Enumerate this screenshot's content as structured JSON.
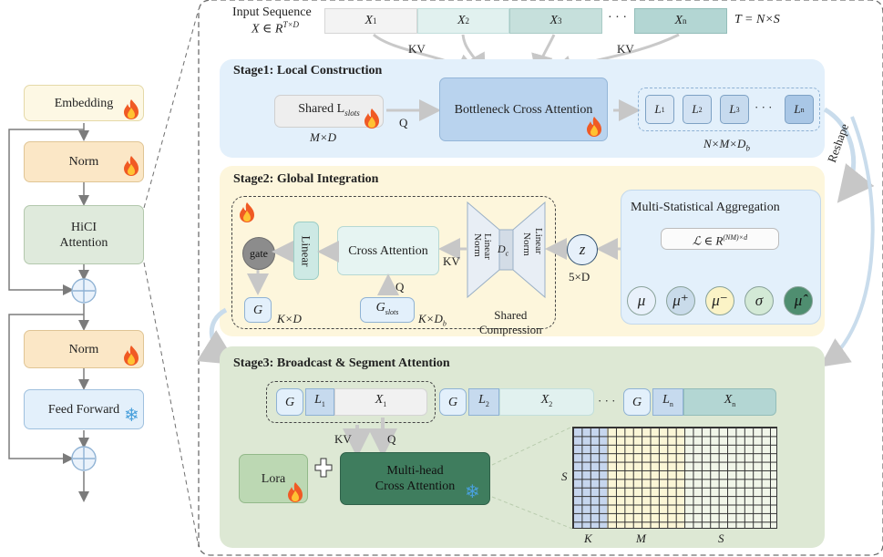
{
  "left_block": {
    "embedding": "Embedding",
    "norm1": "Norm",
    "hici": "HiCI\nAttention",
    "norm2": "Norm",
    "ffn": "Feed Forward"
  },
  "header": {
    "input_sequence": "Input Sequence",
    "x_dim": "X ∈ R",
    "x_dim_sup": "T×D",
    "tokens": [
      "X",
      "X",
      "X",
      "X"
    ],
    "token_subs": [
      "1",
      "2",
      "3",
      "n"
    ],
    "dots": "· · ·",
    "t_eq": "T = N×S",
    "kv_left": "KV",
    "kv_right": "KV"
  },
  "stage1": {
    "title": "Stage1: Local Construction",
    "shared_slots": "Shared L",
    "shared_slots_sub": "slots",
    "m_d": "M×D",
    "q": "Q",
    "bottleneck": "Bottleneck Cross Attention",
    "l_labels": [
      "L",
      "L",
      "L",
      "L"
    ],
    "l_subs": [
      "1",
      "2",
      "3",
      "n"
    ],
    "dots": "· · ·",
    "nmd": "N×M×D",
    "nmd_sub": "b",
    "reshape": "Reshape"
  },
  "stage2": {
    "title": "Stage2: Global Integration",
    "gate": "gate",
    "linear": "Linear",
    "cross_attention": "Cross Attention",
    "kv": "KV",
    "q": "Q",
    "g": "G",
    "kxd": "K×D",
    "g_slots": "G",
    "g_slots_sub": "slots",
    "kxdb": "K×D",
    "kxdb_sub": "b",
    "norm_linear_a": "Linear",
    "norm_a": "Norm",
    "dc": "D",
    "dc_sub": "c",
    "linear_b": "Linear",
    "norm_b": "Norm",
    "shared_compression": "Shared\nCompression",
    "z": "z",
    "five_d": "5×D",
    "msa_title": "Multi-Statistical Aggregation",
    "msa_formula": "ℒ ∈ R",
    "msa_sup": "(NM)×d",
    "stats": [
      "μ",
      "μ⁺",
      "μ⁻",
      "σ",
      "μ̂"
    ],
    "stat_colors": [
      "#e9f1fb",
      "#c9dbea",
      "#fbf3c6",
      "#d3e9d6",
      "#4f8e70"
    ]
  },
  "stage3": {
    "title": "Stage3: Broadcast & Segment Attention",
    "g": "G",
    "l_labels": [
      "L",
      "L",
      "L"
    ],
    "l_subs": [
      "1",
      "2",
      "n"
    ],
    "x_labels": [
      "X",
      "X",
      "X"
    ],
    "x_subs": [
      "1",
      "2",
      "n"
    ],
    "dots": "· · ·",
    "kv": "KV",
    "q": "Q",
    "lora": "Lora",
    "mhca": "Multi-head\nCross Attention",
    "s_axis": "S",
    "k_axis": "K",
    "m_axis": "M",
    "s_axis_bottom": "S"
  },
  "colors": {
    "stage1_bg": "#e3f0fb",
    "stage2_bg": "#fdf6dc",
    "stage3_bg": "#dde8d4",
    "accent_blue": "#b8d3ee",
    "accent_green": "#3f7d5e"
  }
}
